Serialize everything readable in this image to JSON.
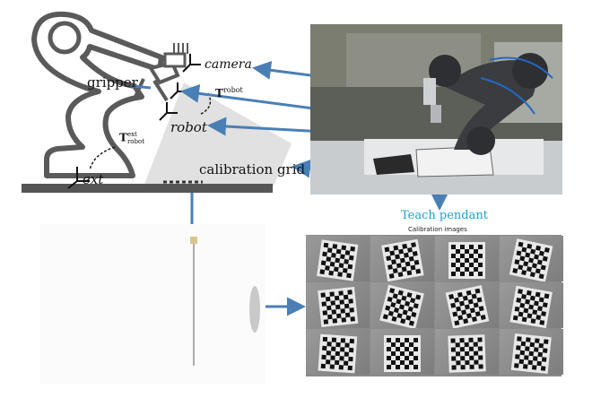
{
  "labels": {
    "camera": "camera",
    "gripper": "gripper",
    "t_robot": "T",
    "t_robot_sup": "robot",
    "robot": "robot",
    "t_ext": "T",
    "t_ext_sup": "ext",
    "t_ext_sub": "robot",
    "ext": "ext",
    "calibration_grid": "calibration grid",
    "teach_pendant": "Teach pendant",
    "calibration_images": "Calibration images"
  },
  "colors": {
    "arrow": "#4a7fb5",
    "teach_pendant_text": "#1aa3c8",
    "robot_outline": "#555555",
    "cone": "#d9d9d9"
  },
  "calibration_images": {
    "rows": 3,
    "cols": 4,
    "tilts_deg": [
      8,
      -10,
      0,
      12,
      -6,
      14,
      -12,
      10,
      4,
      0,
      -2,
      6
    ]
  }
}
